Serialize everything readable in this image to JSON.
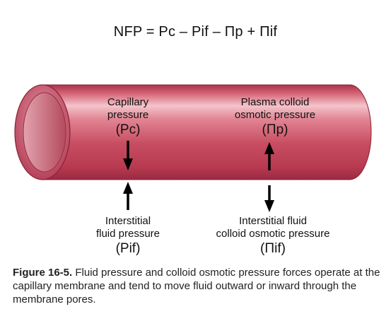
{
  "equation": "NFP = Pc – Pif – Πp + Πif",
  "labels": {
    "capillary": {
      "line1": "Capillary",
      "line2": "pressure",
      "symbol": "(Pc)"
    },
    "plasma_colloid": {
      "line1": "Plasma colloid",
      "line2": "osmotic pressure",
      "symbol": "(Πp)"
    },
    "interstitial_fluid": {
      "line1": "Interstitial",
      "line2": "fluid pressure",
      "symbol": "(Pif)"
    },
    "interstitial_colloid": {
      "line1": "Interstitial fluid",
      "line2": "colloid osmotic pressure",
      "symbol": "(Πif)"
    }
  },
  "caption": {
    "figure": "Figure 16-5.",
    "text": "Fluid pressure and colloid osmotic pressure forces operate at the capillary membrane and tend to move fluid outward or inward through the membrane pores."
  },
  "colors": {
    "vessel_body": "#c2455a",
    "vessel_highlight": "#f3c3cb",
    "vessel_edge": "#8a2233",
    "arrow": "#000000"
  },
  "icons": [
    "arrow-down-icon",
    "arrow-up-icon"
  ]
}
